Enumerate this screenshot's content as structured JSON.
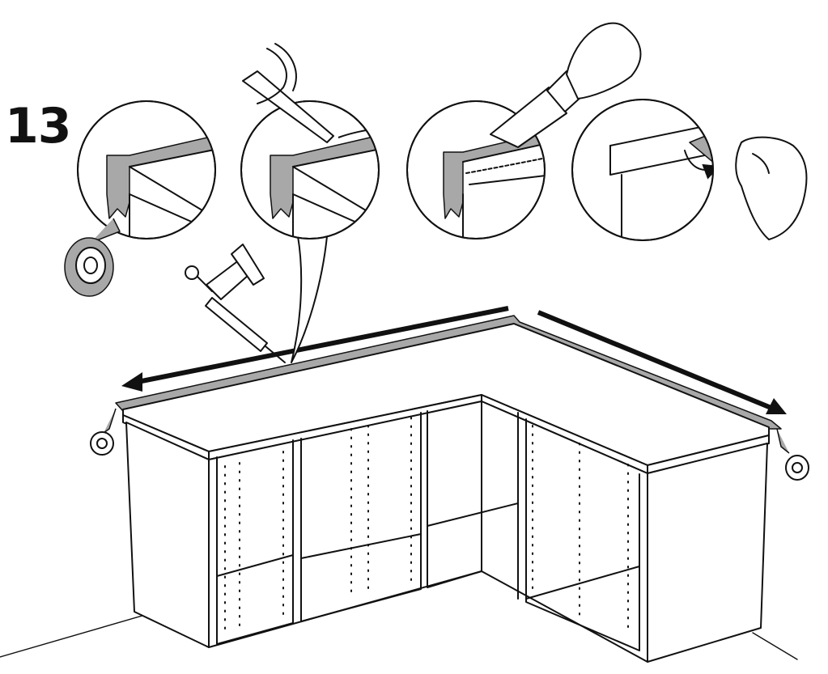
{
  "step": {
    "number": "13"
  },
  "panels": [
    {
      "id": "apply-tape",
      "icon": "masking-tape-icon"
    },
    {
      "id": "apply-sealant",
      "icon": "sealant-nozzle-icon"
    },
    {
      "id": "smooth-sealant",
      "icon": "putty-knife-icon"
    },
    {
      "id": "remove-tape",
      "icon": "hand-peeling-icon"
    }
  ],
  "tools": [
    "masking-tape-roll",
    "caulking-gun"
  ],
  "colors": {
    "line": "#111111",
    "tape": "#a8a8a8",
    "background": "#ffffff"
  }
}
